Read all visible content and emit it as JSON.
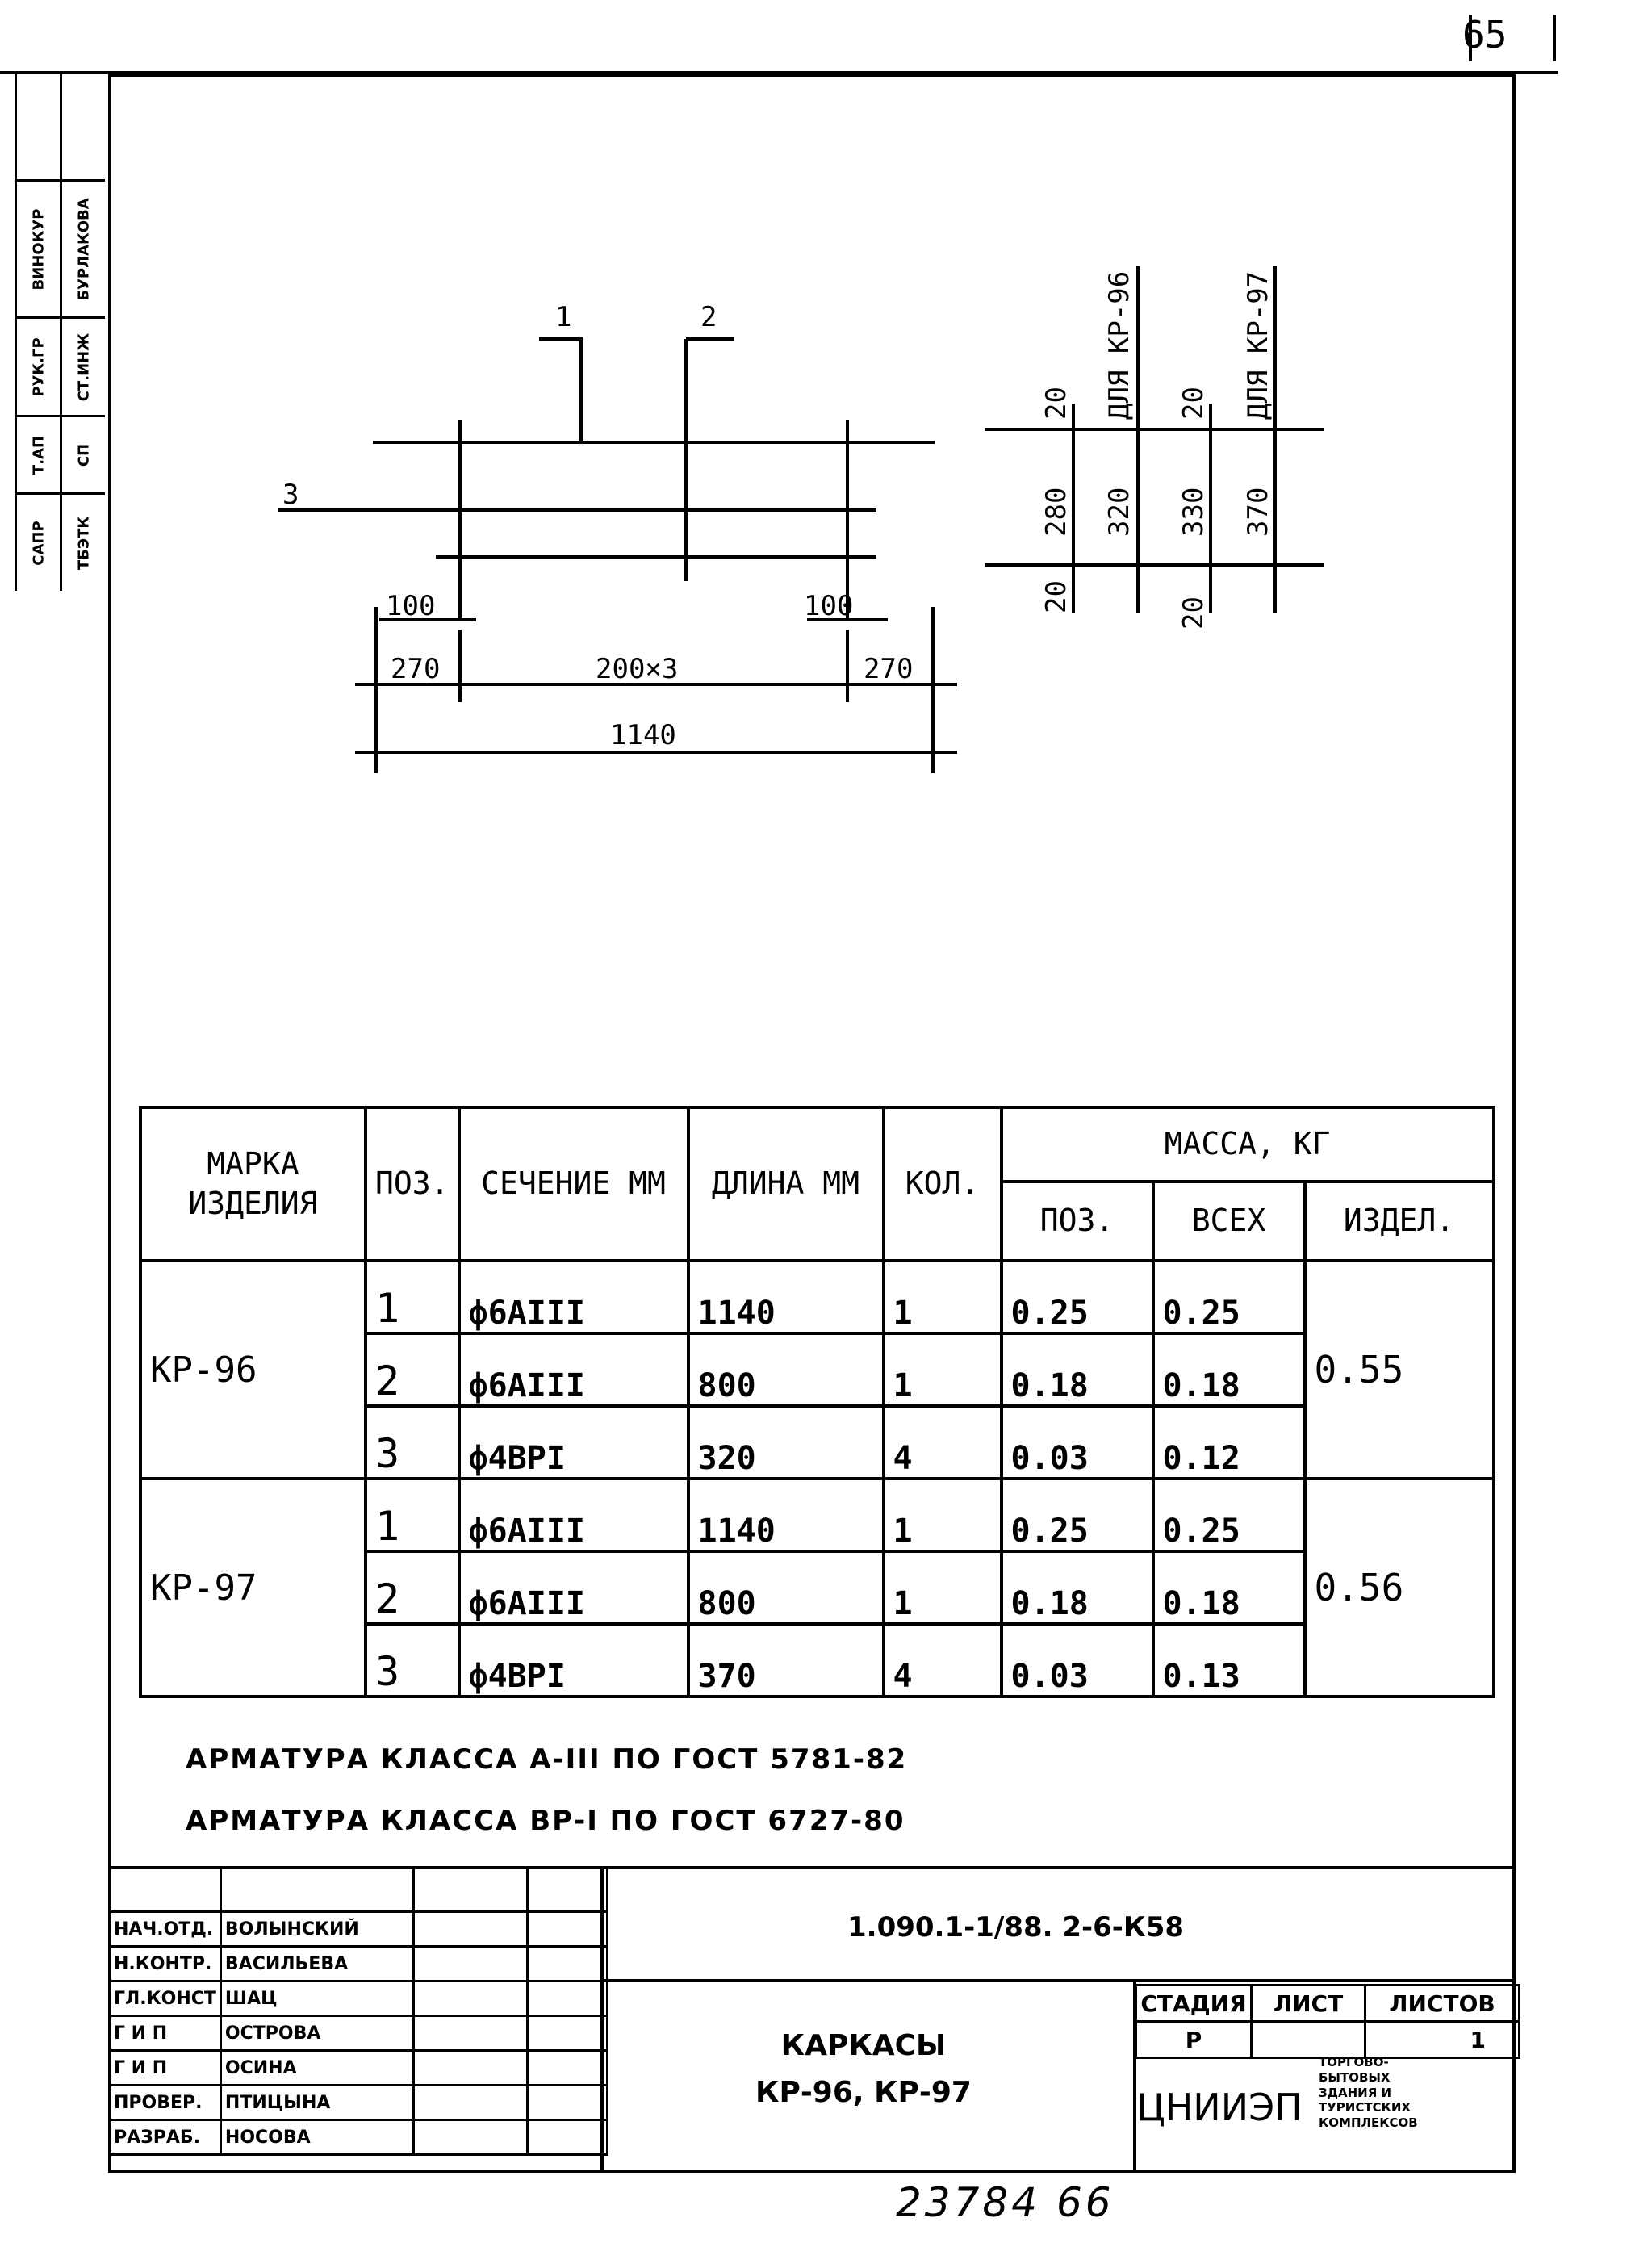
{
  "sheet_number": "65",
  "stamp_columns": [
    [
      "САПР",
      "Т.АП",
      "РУК.ГР",
      "ВИНОКУР"
    ],
    [
      "ТБЭТК",
      "СП",
      "СТ.ИНЖ",
      "БУРЛАКОВА"
    ]
  ],
  "drawing": {
    "leaders": [
      "1",
      "2",
      "3"
    ],
    "dims_horizontal": {
      "d100_left": "100",
      "d100_right": "100",
      "d270_left": "270",
      "d200x3": "200×3",
      "d270_right": "270",
      "d1140": "1140"
    },
    "dims_vertical_kp96": {
      "label": "ДЛЯ КР-96",
      "top": "20",
      "middle": "280",
      "bottom": "20",
      "overall": "320"
    },
    "dims_vertical_kp97": {
      "label": "ДЛЯ КР-97",
      "top": "20",
      "middle": "330",
      "bottom": "20",
      "overall": "370"
    }
  },
  "spec_table": {
    "headers": {
      "mark": "МАРКА ИЗДЕЛИЯ",
      "pos": "ПОЗ.",
      "section": "СЕЧЕНИЕ ММ",
      "length": "ДЛИНА ММ",
      "qty": "КОЛ.",
      "mass": "МАССА, КГ",
      "mass_pos": "ПОЗ.",
      "mass_all": "ВСЕХ",
      "mass_item": "ИЗДЕЛ."
    },
    "groups": [
      {
        "mark": "КР-96",
        "total": "0.55",
        "rows": [
          {
            "pos": "1",
            "section": "ф6АIII",
            "length": "1140",
            "qty": "1",
            "mass_pos": "0.25",
            "mass_all": "0.25"
          },
          {
            "pos": "2",
            "section": "ф6АIII",
            "length": "800",
            "qty": "1",
            "mass_pos": "0.18",
            "mass_all": "0.18"
          },
          {
            "pos": "3",
            "section": "ф4ВРI",
            "length": "320",
            "qty": "4",
            "mass_pos": "0.03",
            "mass_all": "0.12"
          }
        ]
      },
      {
        "mark": "КР-97",
        "total": "0.56",
        "rows": [
          {
            "pos": "1",
            "section": "ф6АIII",
            "length": "1140",
            "qty": "1",
            "mass_pos": "0.25",
            "mass_all": "0.25"
          },
          {
            "pos": "2",
            "section": "ф6АIII",
            "length": "800",
            "qty": "1",
            "mass_pos": "0.18",
            "mass_all": "0.18"
          },
          {
            "pos": "3",
            "section": "ф4ВРI",
            "length": "370",
            "qty": "4",
            "mass_pos": "0.03",
            "mass_all": "0.13"
          }
        ]
      }
    ]
  },
  "notes": [
    "АРМАТУРА КЛАССА А-III  ПО ГОСТ 5781-82",
    "АРМАТУРА КЛАССА ВР-I  ПО ГОСТ 6727-80"
  ],
  "title_block": {
    "doc_code": "1.090.1-1/88. 2-6-К58",
    "roles": [
      {
        "role": "НАЧ.ОТД.",
        "name": "ВОЛЫНСКИЙ"
      },
      {
        "role": "Н.КОНТР.",
        "name": "ВАСИЛЬЕВА"
      },
      {
        "role": "ГЛ.КОНСТ",
        "name": "ШАЦ"
      },
      {
        "role": "Г И П",
        "name": "ОСТРОВА"
      },
      {
        "role": "Г И П",
        "name": "ОСИНА"
      },
      {
        "role": "ПРОВЕР.",
        "name": "ПТИЦЫНА"
      },
      {
        "role": "РАЗРАБ.",
        "name": "НОСОВА"
      }
    ],
    "title_line1": "КАРКАСЫ",
    "title_line2": "КР-96, КР-97",
    "stage_label": "СТАДИЯ",
    "sheet_label": "ЛИСТ",
    "sheets_label": "ЛИСТОВ",
    "stage_value": "Р",
    "sheet_value": "",
    "sheets_value": "1",
    "org": "ЦНИИЭП",
    "org_desc": [
      "ТОРГОВО-",
      "БЫТОВЫХ",
      "ЗДАНИЯ И",
      "ТУРИСТСКИХ",
      "КОМПЛЕКСОВ"
    ]
  },
  "archive_number": "23784  66"
}
